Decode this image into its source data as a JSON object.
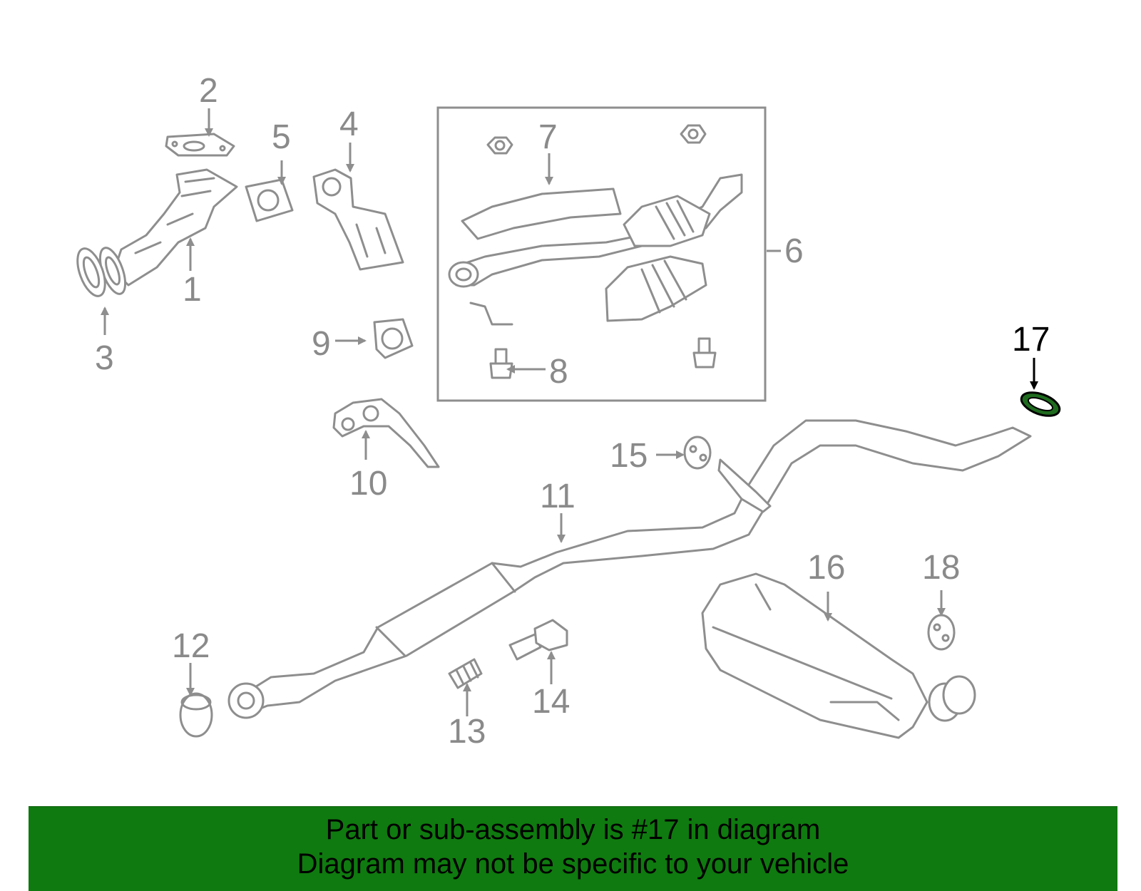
{
  "labels": {
    "p1": "1",
    "p2": "2",
    "p3": "3",
    "p4": "4",
    "p5": "5",
    "p6": "6",
    "p7": "7",
    "p8": "8",
    "p9": "9",
    "p10": "10",
    "p11": "11",
    "p12": "12",
    "p13": "13",
    "p14": "14",
    "p15": "15",
    "p16": "16",
    "p17": "17",
    "p18": "18"
  },
  "highlight": {
    "part": "17",
    "color": "#1f6b1f"
  },
  "banner": {
    "line1": "Part or sub-assembly is #17 in diagram",
    "line2": "Diagram may not be specific to your vehicle",
    "color": "#0f7a0f"
  }
}
